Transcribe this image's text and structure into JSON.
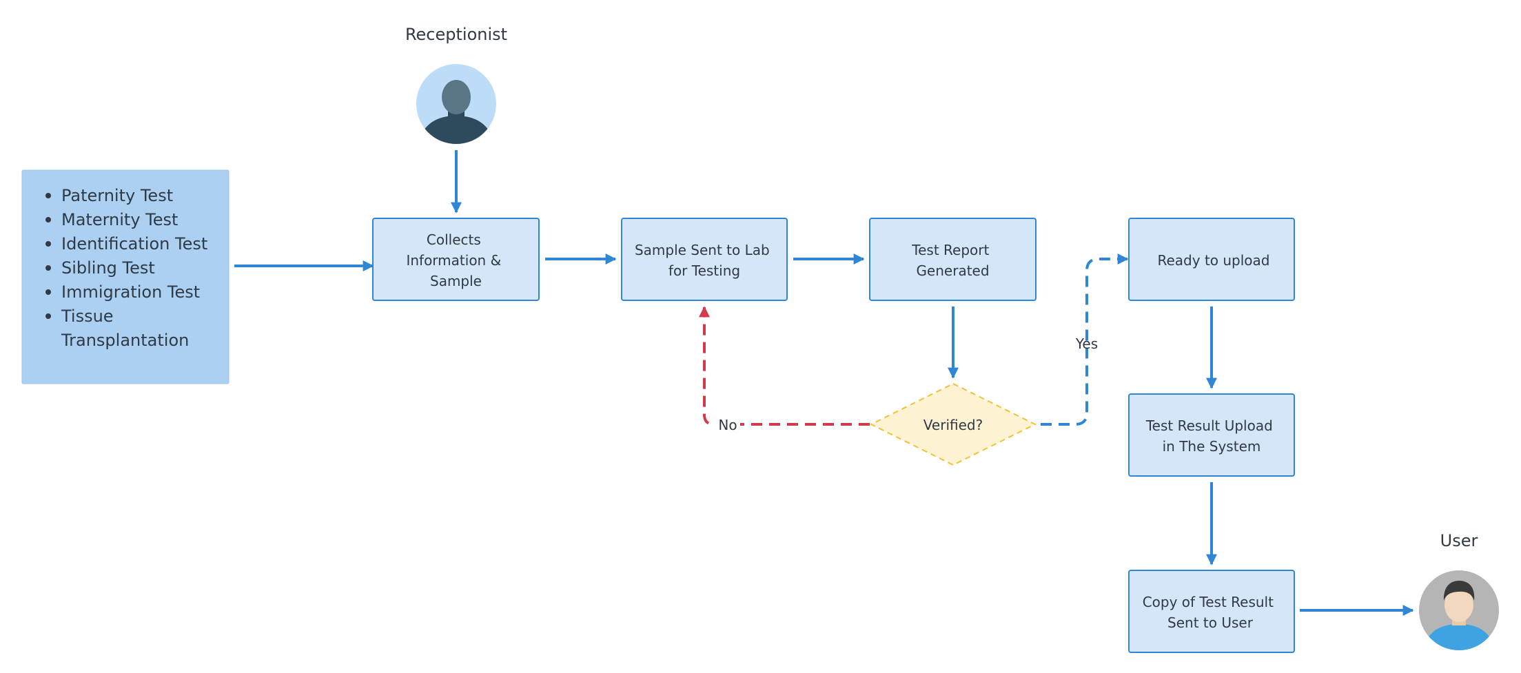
{
  "tests_list": {
    "items": [
      "Paternity Test",
      "Maternity Test",
      "Identification Test",
      "Sibling Test",
      "Immigration Test",
      "Tissue Transplantation"
    ]
  },
  "actors": {
    "receptionist": "Receptionist",
    "user": "User"
  },
  "steps": {
    "collects": "Collects Information & Sample",
    "sample_sent": "Sample Sent to Lab for Testing",
    "report_generated": "Test Report Generated",
    "ready_upload": "Ready to upload",
    "result_upload": "Test Result Upload in The System",
    "copy_sent": "Copy of Test Result Sent to User"
  },
  "decision": {
    "verified": "Verified?",
    "yes": "Yes",
    "no": "No"
  },
  "colors": {
    "primary": "#2e86d4",
    "box_fill": "#d4e6f7",
    "list_fill": "#abd0f1",
    "decision_fill": "#fdf2d2",
    "decision_stroke": "#f2c233",
    "no_edge": "#d33a4e",
    "avatar_bg_receptionist": "#bcdcf8",
    "avatar_bg_user": "#b5b5b5"
  }
}
